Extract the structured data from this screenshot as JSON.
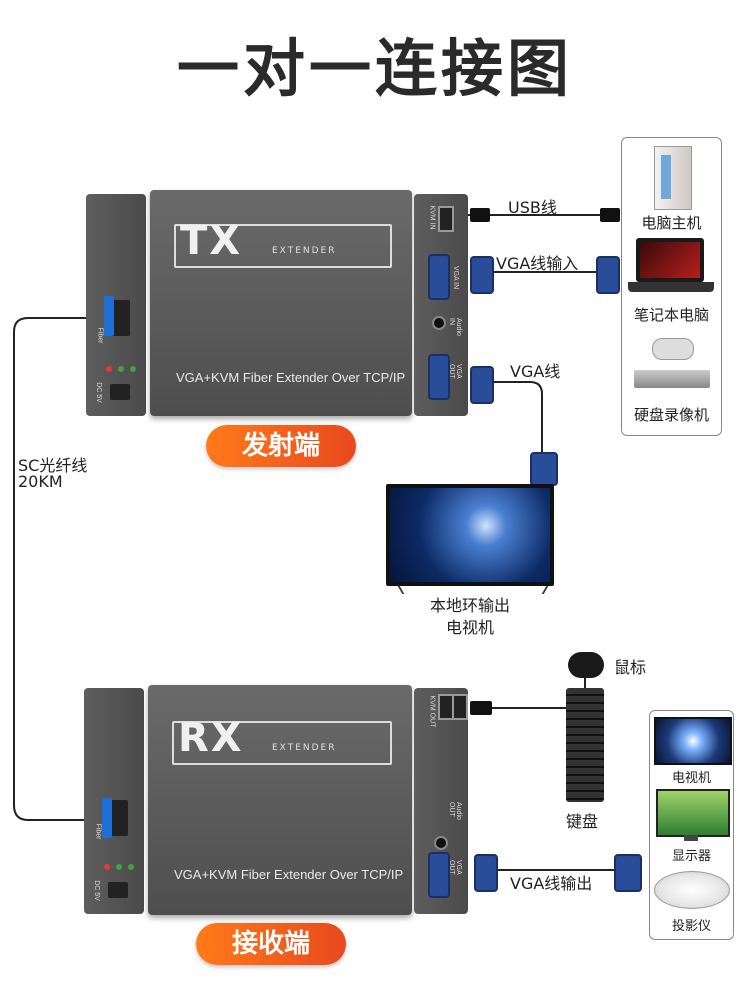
{
  "title": "一对一连接图",
  "tx": {
    "badge": "发射端",
    "logo": "TX",
    "logo_sub": "EXTENDER",
    "model": "VGA+KVM Fiber Extender Over TCP/IP",
    "port_labels": {
      "fiber": "Fiber",
      "dc": "DC 5V",
      "kvm_in": "KVM IN",
      "vga_in": "VGA IN",
      "audio_in": "Audio IN",
      "vga_out": "VGA OUT"
    }
  },
  "rx": {
    "badge": "接收端",
    "logo": "RX",
    "logo_sub": "EXTENDER",
    "model": "VGA+KVM Fiber Extender Over TCP/IP",
    "port_labels": {
      "fiber": "Fiber",
      "dc": "DC 5V",
      "kvm_out": "KVM OUT",
      "audio_out": "Audio OUT",
      "vga_out": "VGA OUT"
    }
  },
  "cables": {
    "usb": "USB线",
    "vga_in": "VGA线输入",
    "vga": "VGA线",
    "fiber_line1": "SC光纤线",
    "fiber_line2": "20KM",
    "vga_out": "VGA线输出"
  },
  "source_devices": [
    "电脑主机",
    "笔记本电脑",
    "硬盘录像机"
  ],
  "local_monitor": {
    "line1": "本地环输出",
    "line2": "电视机"
  },
  "peripherals": {
    "mouse": "鼠标",
    "keyboard": "键盘"
  },
  "display_devices": [
    "电视机",
    "显示器",
    "投影仪"
  ],
  "colors": {
    "accent": "#e8491d",
    "device_body": "#5b5b5b",
    "vga_blue": "#2a4d9a",
    "fiber_blue": "#1e6fd6"
  }
}
